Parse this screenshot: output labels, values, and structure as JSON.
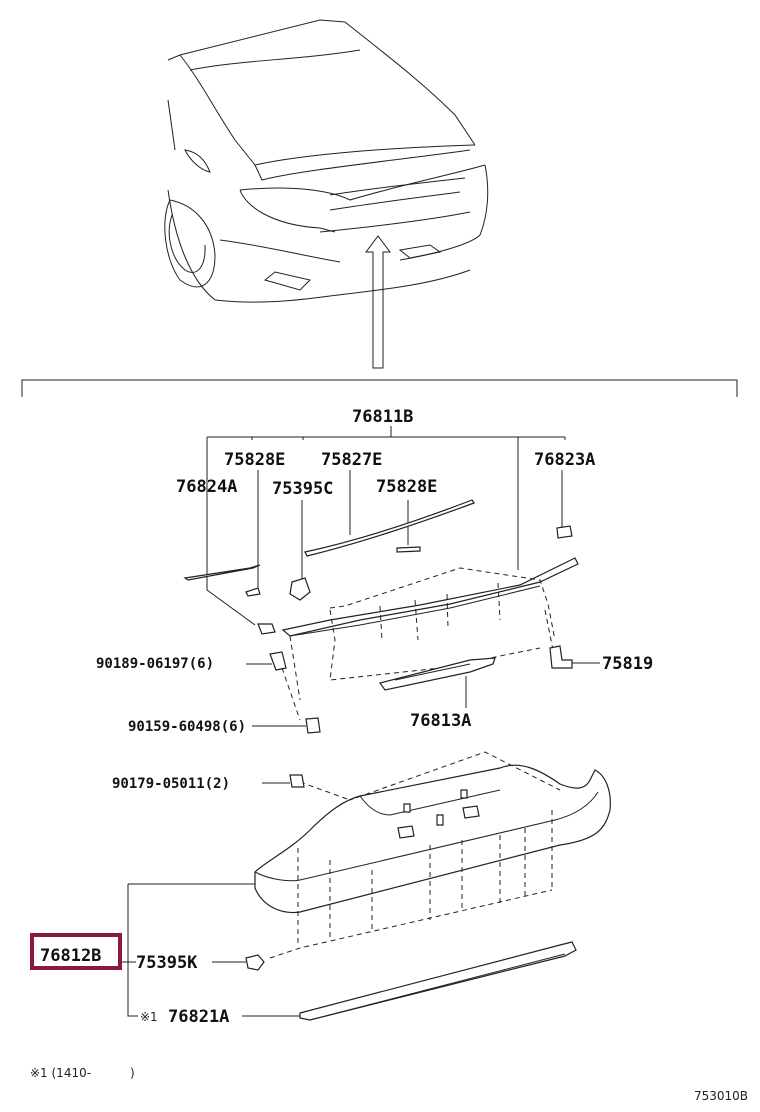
{
  "labels": {
    "p76811B": "76811B",
    "p75828E_1": "75828E",
    "p75827E": "75827E",
    "p76823A": "76823A",
    "p76824A": "76824A",
    "p75395C": "75395C",
    "p75828E_2": "75828E",
    "p90189": "90189-06197(6)",
    "p75819": "75819",
    "p90159": "90159-60498(6)",
    "p76813A": "76813A",
    "p90179": "90179-05011(2)",
    "p76812B": "76812B",
    "p75395K": "75395K",
    "p76821A": "76821A",
    "mark_76821A": "※1",
    "footnote": "※1 (1410-",
    "footnote_close": ")",
    "figure_code": "753010B"
  },
  "colors": {
    "highlight_box": "#8b1a3a",
    "line": "#222222"
  }
}
